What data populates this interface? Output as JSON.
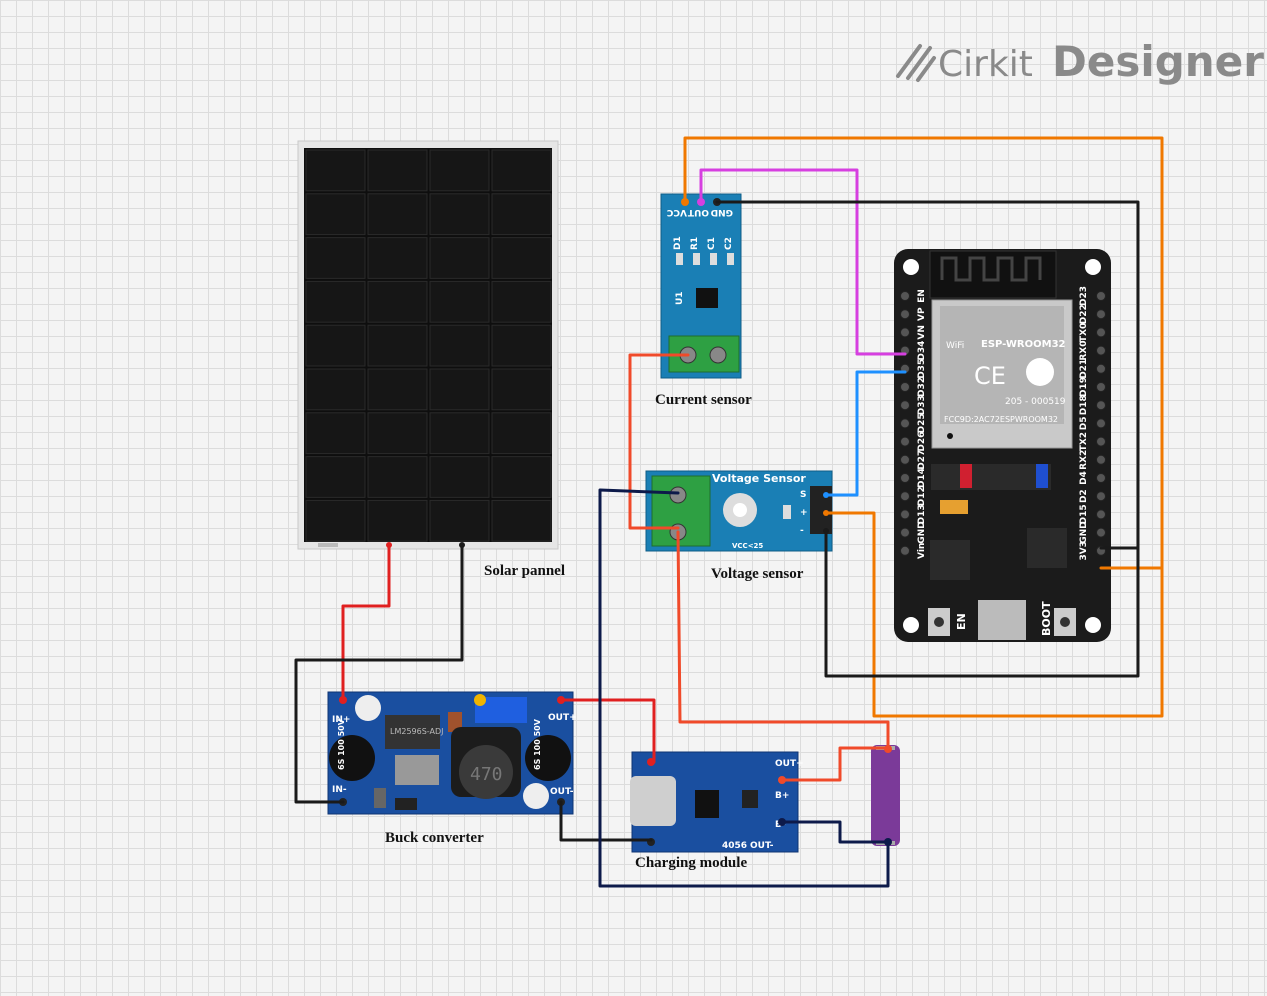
{
  "brand": {
    "name_light": "Cirkit",
    "name_bold": "Designer"
  },
  "components": {
    "solar_panel": {
      "label": "Solar pannel"
    },
    "current_sensor": {
      "label": "Current sensor",
      "pins": [
        "VCC",
        "OUT",
        "GND"
      ],
      "parts": [
        "D1",
        "R1",
        "C1",
        "C2",
        "U1"
      ]
    },
    "voltage_sensor": {
      "label": "Voltage sensor",
      "title": "Voltage Sensor",
      "pins": [
        "S",
        "+",
        "-"
      ],
      "footnote": "VCC<25"
    },
    "esp32": {
      "module": "ESP-WROOM32",
      "fcc": "FCC9D:2AC72ESPWROOM32",
      "cert": "205 - 000519",
      "left_pins": [
        "EN",
        "VP",
        "VN",
        "D34",
        "D35",
        "D32",
        "D33",
        "D25",
        "D26",
        "D27",
        "D14",
        "D12",
        "D13",
        "GND",
        "Vin"
      ],
      "right_pins": [
        "D23",
        "D22",
        "TX0",
        "RX0",
        "D21",
        "D19",
        "D18",
        "D5",
        "TX2",
        "RX2",
        "D4",
        "D2",
        "D15",
        "GND",
        "3V3"
      ],
      "buttons": [
        "EN",
        "BOOT"
      ]
    },
    "buck_converter": {
      "label": "Buck converter",
      "in_plus": "IN+",
      "in_minus": "IN-",
      "out_plus": "OUT+",
      "out_minus": "OUT-",
      "chip": "LM2596S-ADJ",
      "inductor": "470",
      "cap_text": [
        "6S",
        "100",
        "50V"
      ]
    },
    "charging_module": {
      "label": "Charging module",
      "pins": [
        "OUT+",
        "B+",
        "B-",
        "OUT-"
      ],
      "chip": "4056"
    },
    "battery": {
      "label": ""
    }
  },
  "colors": {
    "wire_red": "#e02020",
    "wire_black": "#1a1a1a",
    "wire_orange": "#f07800",
    "wire_magenta": "#d63fe0",
    "wire_blue": "#1e90ff",
    "wire_navy": "#0d1a4a",
    "wire_redorange": "#f04a2a",
    "pcb_blue": "#1a6fb5",
    "pcb_dark": "#1b1b1b",
    "battery": "#7b3a99"
  }
}
